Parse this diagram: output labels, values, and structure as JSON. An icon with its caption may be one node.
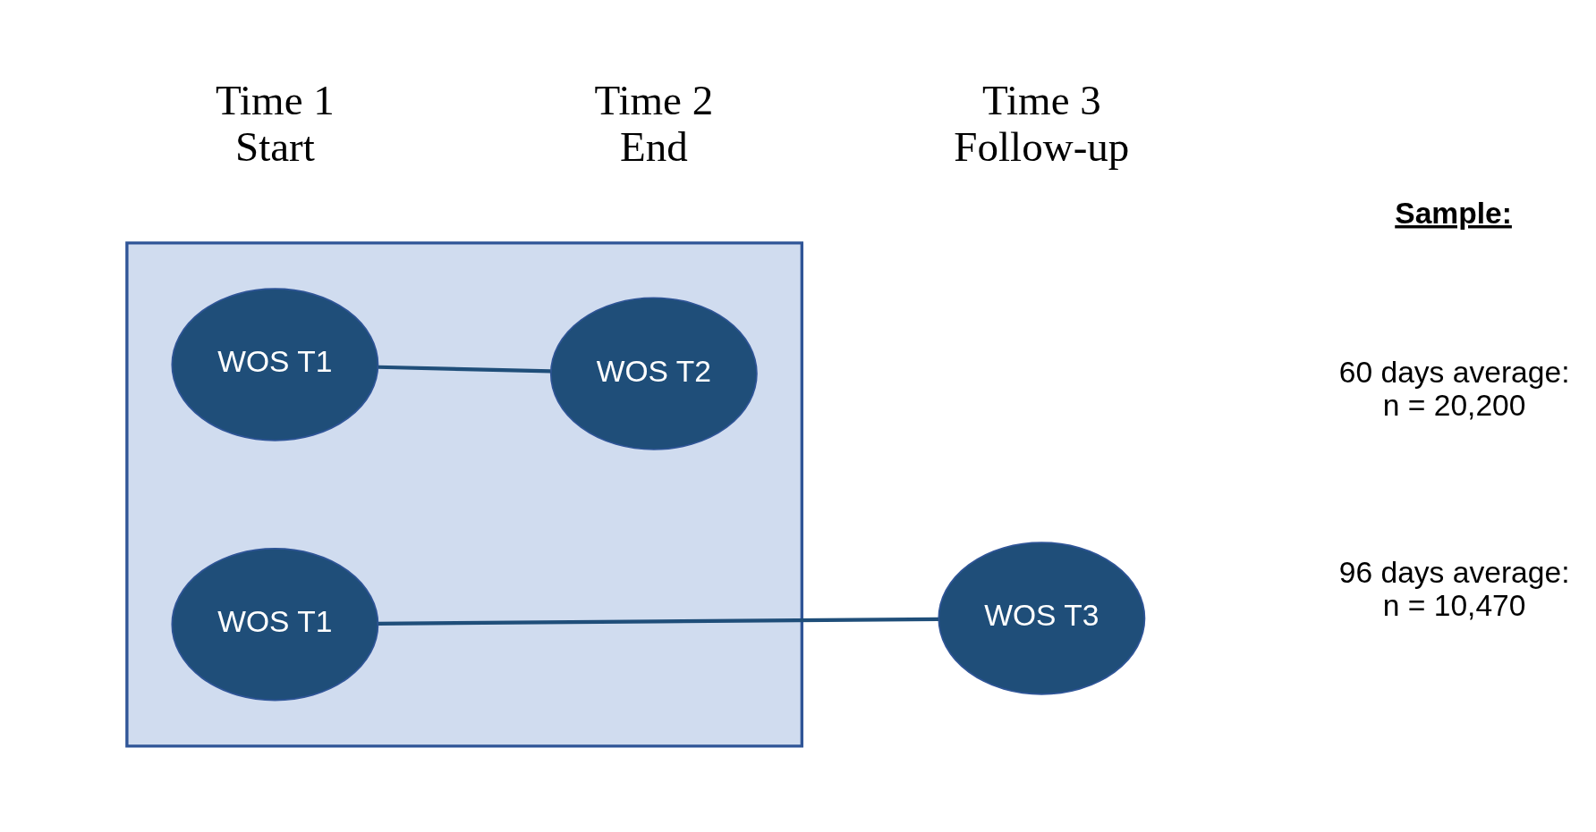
{
  "diagram": {
    "nodes": [
      {
        "text": [],
        "shape": "box"
      },
      {
        "text": [
          "WOS T1"
        ],
        "in": 0
      },
      {
        "text": [
          "WOS T2"
        ],
        "in": 0
      },
      {
        "text": [
          "WOS T1"
        ],
        "in": 0
      },
      {
        "text": [
          "WOS T3"
        ]
      }
    ],
    "edges": [
      {
        "from": 1,
        "to": 2,
        "arrow": "none"
      },
      {
        "from": 3,
        "to": 4,
        "arrow": "none"
      }
    ],
    "labels": [
      "Sample:",
      "60 days average: n = 20,200",
      "96 days average: n = 10,470",
      "Time 1 Start",
      "Time 2 End",
      "Time 3 Follow-up"
    ]
  }
}
